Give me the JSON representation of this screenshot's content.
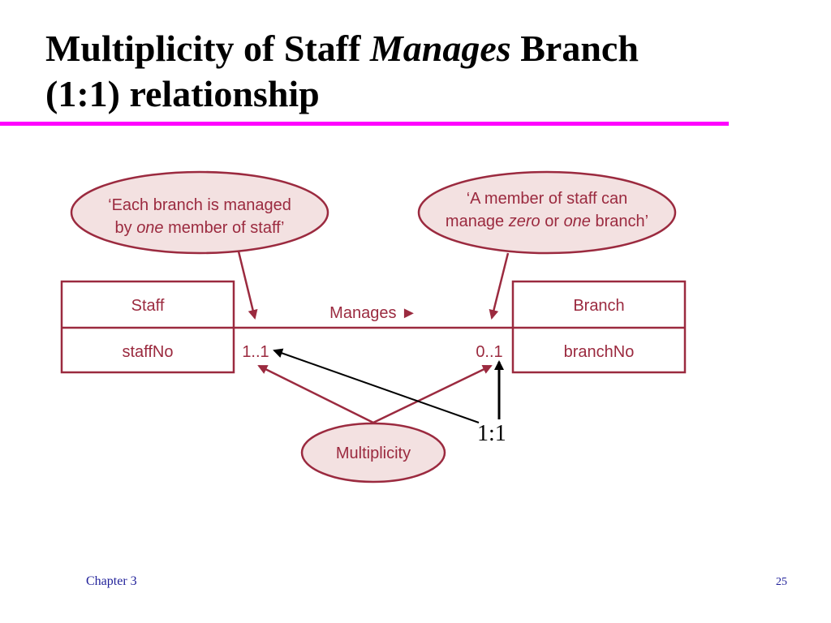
{
  "slide": {
    "title_part1": "Multiplicity of Staff ",
    "title_italic": "Manages",
    "title_part2": " Branch",
    "title_line2": "(1:1) relationship",
    "footer_chapter": "Chapter 3",
    "page_number": "25"
  },
  "colors": {
    "accent_rule": "#ff00ff",
    "diagram_line": "#9b2a3f",
    "bubble_fill": "#f3e1e1",
    "diagram_text": "#9b2a3f",
    "footer_text": "#1f1f99"
  },
  "diagram": {
    "left_bubble": {
      "line1": "‘Each branch is managed",
      "line2_prefix": "by ",
      "line2_italic": "one",
      "line2_suffix": " member of staff’"
    },
    "right_bubble": {
      "line1": "‘A member of staff can",
      "line2_prefix": "manage ",
      "line2_italic1": "zero",
      "line2_mid": " or ",
      "line2_italic2": "one",
      "line2_suffix": " branch’"
    },
    "entity_staff": {
      "name": "Staff",
      "attribute": "staffNo"
    },
    "entity_branch": {
      "name": "Branch",
      "attribute": "branchNo"
    },
    "relationship_label": "Manages ►",
    "multiplicity_staff_side": "1..1",
    "multiplicity_branch_side": "0..1",
    "multiplicity_bubble": "Multiplicity",
    "ratio_annotation": "1:1"
  }
}
